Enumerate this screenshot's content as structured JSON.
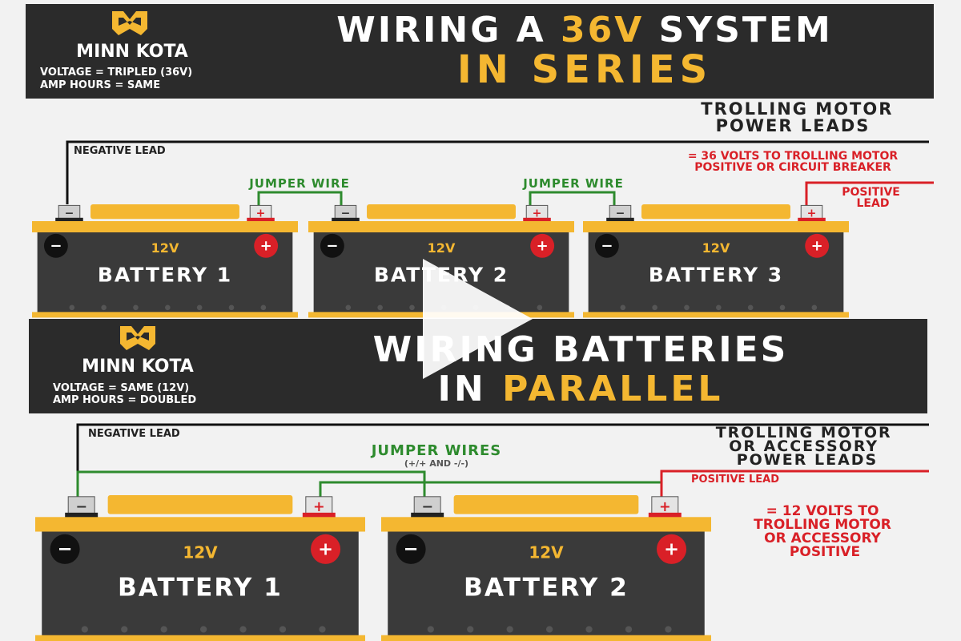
{
  "colors": {
    "panel": "#2b2b2b",
    "battery_body": "#3a3a3a",
    "battery_cap": "#f4b731",
    "accent": "#f4b731",
    "jumper": "#2e8b2e",
    "positive": "#d92027",
    "wire_black": "#111111",
    "page_bg": "#f2f2f2"
  },
  "series": {
    "brand": "MINN KOTA",
    "spec_voltage": "VOLTAGE = TRIPLED (36V)",
    "spec_amp_hours": "AMP HOURS = SAME",
    "title_prefix": "WIRING A",
    "title_highlight": "36V",
    "title_suffix": "SYSTEM",
    "title_line2": "IN SERIES",
    "leads_label_line1": "TROLLING MOTOR",
    "leads_label_line2": "POWER LEADS",
    "negative_lead": "NEGATIVE LEAD",
    "note_line1": "= 36 VOLTS TO TROLLING MOTOR",
    "note_line2": "POSITIVE OR CIRCUIT BREAKER",
    "jumper_1": "JUMPER WIRE",
    "jumper_2": "JUMPER WIRE",
    "positive_lead_line1": "POSITIVE",
    "positive_lead_line2": "LEAD",
    "batteries": [
      {
        "name": "BATTERY 1",
        "voltage": "12V"
      },
      {
        "name": "BATTERY 2",
        "voltage": "12V"
      },
      {
        "name": "BATTERY 3",
        "voltage": "12V"
      }
    ]
  },
  "parallel": {
    "brand": "MINN KOTA",
    "spec_voltage": "VOLTAGE = SAME (12V)",
    "spec_amp_hours": "AMP HOURS = DOUBLED",
    "title_line1": "WIRING BATTERIES",
    "title_prefix": "IN",
    "title_highlight": "PARALLEL",
    "negative_lead": "NEGATIVE LEAD",
    "jumper_label": "JUMPER WIRES",
    "jumper_sub": "(+/+ AND -/-)",
    "leads_label_line1": "TROLLING MOTOR",
    "leads_label_line2": "OR ACCESSORY",
    "leads_label_line3": "POWER LEADS",
    "positive_lead": "POSITIVE LEAD",
    "note_line1": "= 12 VOLTS TO",
    "note_line2": "TROLLING MOTOR",
    "note_line3": "OR ACCESSORY",
    "note_line4": "POSITIVE",
    "batteries": [
      {
        "name": "BATTERY 1",
        "voltage": "12V"
      },
      {
        "name": "BATTERY 2",
        "voltage": "12V"
      }
    ]
  },
  "terminal_minus": "−",
  "terminal_plus": "+",
  "video": {
    "play_icon": "play-icon"
  }
}
